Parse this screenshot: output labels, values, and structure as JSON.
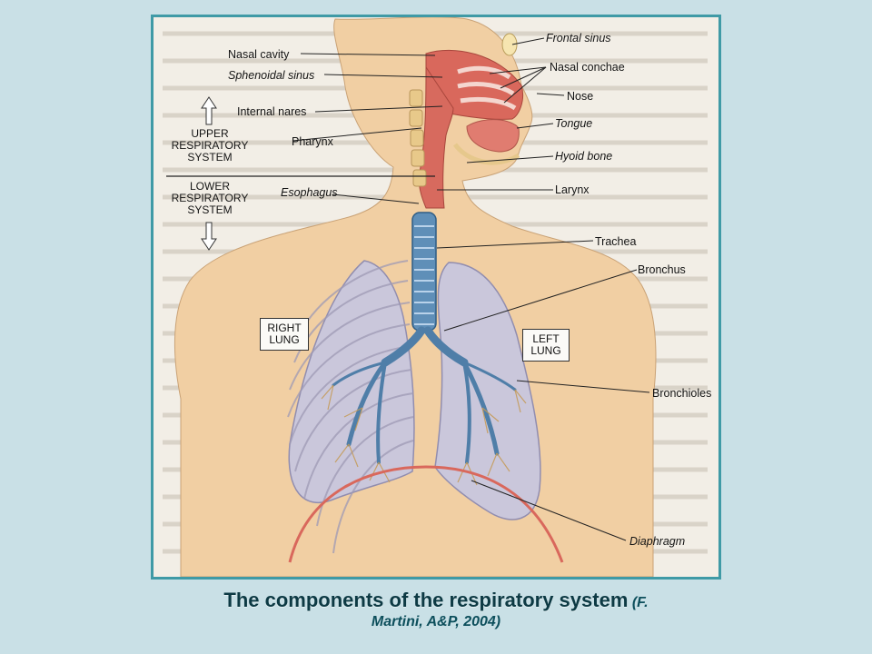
{
  "figure": {
    "labels": {
      "nasal_cavity": "Nasal cavity",
      "sphenoidal_sinus": "Sphenoidal sinus",
      "internal_nares": "Internal nares",
      "pharynx": "Pharynx",
      "esophagus": "Esophagus",
      "frontal_sinus": "Frontal sinus",
      "nasal_conchae": "Nasal conchae",
      "nose": "Nose",
      "tongue": "Tongue",
      "hyoid_bone": "Hyoid bone",
      "larynx": "Larynx",
      "trachea": "Trachea",
      "bronchus": "Bronchus",
      "bronchioles": "Bronchioles",
      "diaphragm": "Diaphragm"
    },
    "upper_system": [
      "UPPER",
      "RESPIRATORY",
      "SYSTEM"
    ],
    "lower_system": [
      "LOWER",
      "RESPIRATORY",
      "SYSTEM"
    ],
    "right_lung": [
      "RIGHT",
      "LUNG"
    ],
    "left_lung": [
      "LEFT",
      "LUNG"
    ]
  },
  "caption": {
    "main": "The components of the respiratory system",
    "citation_1": " (F.",
    "citation_2": "Martini, A&P, 2004)"
  },
  "colors": {
    "background": "#c9e0e6",
    "frame_border": "#3f9aa6",
    "skin": "#f1cfa3",
    "airway": "#d9685c",
    "lung": "#c8c7de",
    "trachea": "#5f8fb8",
    "caption_text": "#0d3a44"
  }
}
